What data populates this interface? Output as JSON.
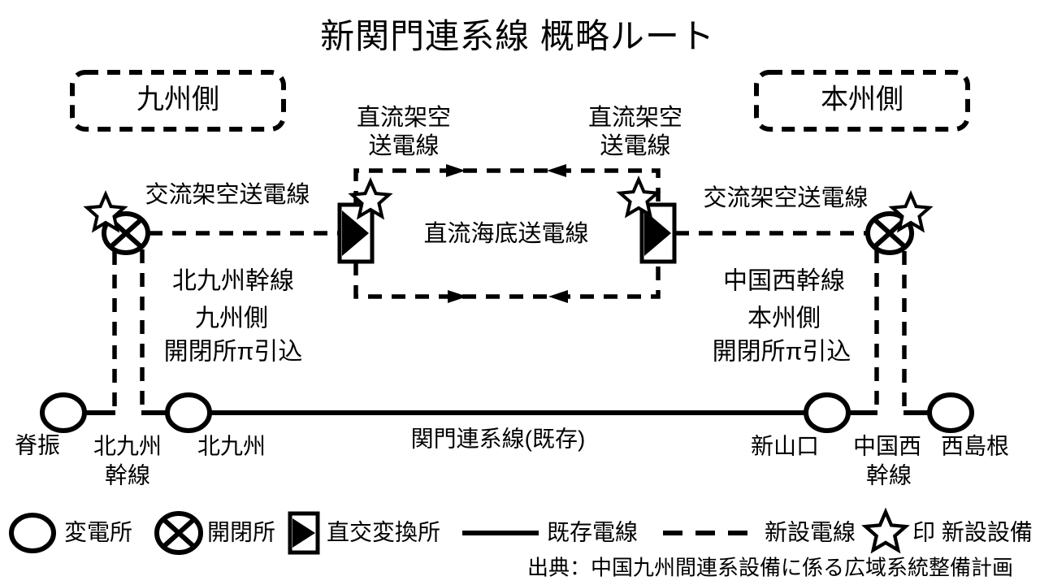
{
  "title": "新関門連系線 概略ルート",
  "side_boxes": {
    "kyushu": "九州側",
    "honshu": "本州側"
  },
  "line_labels": {
    "dc_overhead_left": [
      "直流架空",
      "送電線"
    ],
    "dc_overhead_right": [
      "直流架空",
      "送電線"
    ],
    "ac_overhead_left": "交流架空送電線",
    "ac_overhead_right": "交流架空送電線",
    "dc_submarine": "直流海底送電線",
    "kanmon_existing": "関門連系線(既存)"
  },
  "pull_in_notes": {
    "left": [
      "北九州幹線",
      "九州側",
      "開閉所π引込"
    ],
    "right": [
      "中国西幹線",
      "本州側",
      "開閉所π引込"
    ]
  },
  "stations": {
    "sefuri": "脊振",
    "kitakyushu_trunk": [
      "北九州",
      "幹線"
    ],
    "kitakyushu": "北九州",
    "shin_yamaguchi": "新山口",
    "chugoku_west_trunk": [
      "中国西",
      "幹線"
    ],
    "nishi_shimane": "西島根"
  },
  "legend": {
    "substation": "変電所",
    "switching_station": "開閉所",
    "converter_station": "直交変換所",
    "existing_line": "既存電線",
    "new_line": "新設電線",
    "new_equipment": "印 新設設備"
  },
  "source": "出典：中国九州間連系設備に係る広域系統整備計画",
  "colors": {
    "ink": "#000000",
    "background": "#ffffff"
  }
}
